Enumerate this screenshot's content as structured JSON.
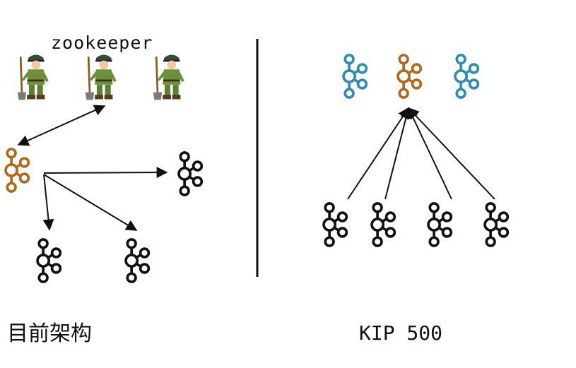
{
  "left_panel": {
    "zookeeper_label": "zookeeper",
    "caption": "目前架构"
  },
  "right_panel": {
    "caption": "KIP 500"
  },
  "colors": {
    "node_black": "#111111",
    "node_orange": "#b06a1c",
    "node_blue": "#2f8db3",
    "divider": "#111111",
    "arrow": "#111111"
  },
  "icons": {
    "zookeeper_node": "zookeeper-keeper-icon",
    "broker_node": "kafka-broker-icon"
  }
}
